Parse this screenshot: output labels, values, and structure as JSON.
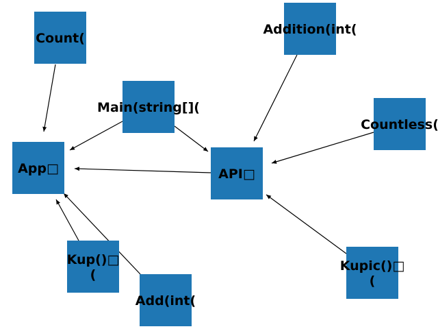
{
  "diagram": {
    "node_color": "#1f77b4",
    "edge_color": "#000000",
    "nodes": [
      {
        "id": "count",
        "label": "Count("
      },
      {
        "id": "addition",
        "label": "Addition(int("
      },
      {
        "id": "main",
        "label": "Main(string[]("
      },
      {
        "id": "countless",
        "label": "Countless("
      },
      {
        "id": "app",
        "label": "App□"
      },
      {
        "id": "api",
        "label": "API□"
      },
      {
        "id": "kup",
        "label": "Kup()□\n("
      },
      {
        "id": "add",
        "label": "Add(int("
      },
      {
        "id": "kupic",
        "label": "Kupic()□\n("
      }
    ],
    "edges": [
      {
        "from": "count",
        "to": "app"
      },
      {
        "from": "main",
        "to": "app"
      },
      {
        "from": "main",
        "to": "api"
      },
      {
        "from": "addition",
        "to": "api"
      },
      {
        "from": "countless",
        "to": "api"
      },
      {
        "from": "api",
        "to": "app"
      },
      {
        "from": "kup",
        "to": "app"
      },
      {
        "from": "add",
        "to": "app"
      },
      {
        "from": "kupic",
        "to": "api"
      }
    ]
  }
}
